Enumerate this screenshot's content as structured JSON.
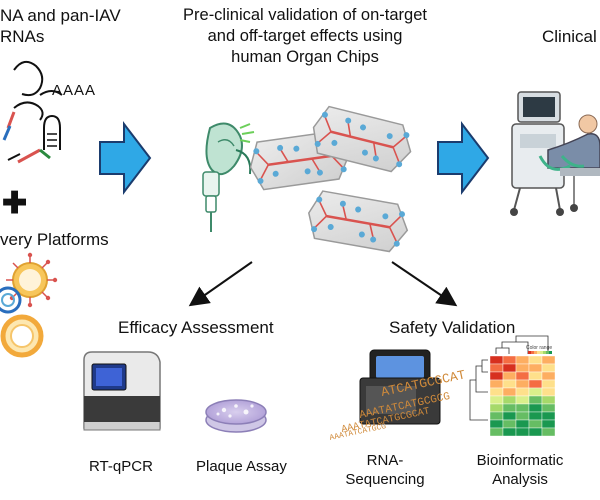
{
  "left_column": {
    "title_line1": "NA and pan-IAV",
    "title_line2": "RNAs",
    "polyA_label": "AAAA",
    "plus_symbol": "✚",
    "platforms_label": "very Platforms"
  },
  "center_column": {
    "title_line1": "Pre-clinical validation of on-target",
    "title_line2": "and off-target effects using",
    "title_line3": "human Organ Chips"
  },
  "right_column": {
    "title": "Clinical"
  },
  "efficacy": {
    "heading": "Efficacy Assessment",
    "rtqpcr_label": "RT-qPCR",
    "plaque_label": "Plaque Assay"
  },
  "safety": {
    "heading": "Safety Validation",
    "rnaseq_label_line1": "RNA-",
    "rnaseq_label_line2": "Sequencing",
    "bioinfo_label_line1": "Bioinformatic",
    "bioinfo_label_line2": "Analysis",
    "sequence_text_1": "ATCATGCGCAT",
    "sequence_text_2": "AAATATCATGCGCG",
    "sequence_text_3": "AAATATCATGCGCAT",
    "sequence_text_4": "AAATATCATGCG",
    "heatmap_colorkey": "Color range"
  },
  "colors": {
    "arrow_blue": "#2fa8e6",
    "arrow_outline": "#1b3c6e",
    "chip_gray": "#dcdcdc",
    "channel_red": "#d9534f",
    "channel_blue": "#5aa9d6"
  }
}
